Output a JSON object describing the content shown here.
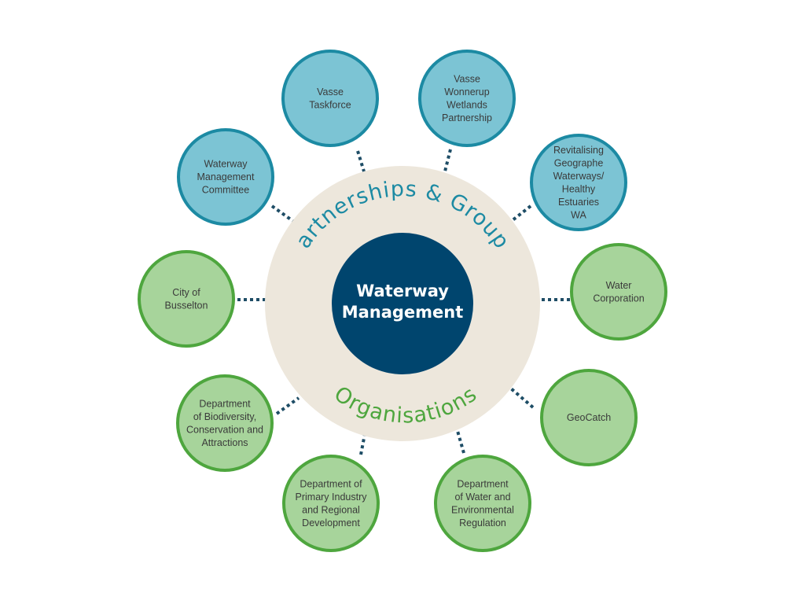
{
  "center": {
    "label_line1": "Waterway",
    "label_line2": "Management"
  },
  "ring_labels": {
    "top": "Partnerships & Groups",
    "bottom": "Organisations"
  },
  "colors": {
    "partnership_fill": "#7cc4d4",
    "partnership_stroke": "#1c8aa3",
    "organisation_fill": "#a7d49b",
    "organisation_stroke": "#4ea63e",
    "center_fill": "#00456e",
    "ring_fill": "#ede7dc",
    "connector": "#1e4d66",
    "top_label": "#1c8aa3",
    "bottom_label": "#4ea63e"
  },
  "partnerships": [
    {
      "id": "waterway-management-committee",
      "lines": [
        "Waterway",
        "Management",
        "Committee"
      ]
    },
    {
      "id": "vasse-taskforce",
      "lines": [
        "Vasse",
        "Taskforce"
      ]
    },
    {
      "id": "vasse-wonnerup-wetlands-partnership",
      "lines": [
        "Vasse",
        "Wonnerup",
        "Wetlands",
        "Partnership"
      ]
    },
    {
      "id": "revitalising-geographe-waterways",
      "lines": [
        "Revitalising",
        "Geographe",
        "Waterways/",
        "Healthy",
        "Estuaries",
        "WA"
      ]
    }
  ],
  "organisations": [
    {
      "id": "city-of-busselton",
      "lines": [
        "City of",
        "Busselton"
      ]
    },
    {
      "id": "water-corporation",
      "lines": [
        "Water",
        "Corporation"
      ]
    },
    {
      "id": "department-biodiversity",
      "lines": [
        "Department",
        "of Biodiversity,",
        "Conservation and",
        "Attractions"
      ]
    },
    {
      "id": "geocatch",
      "lines": [
        "GeoCatch"
      ]
    },
    {
      "id": "department-primary-industry",
      "lines": [
        "Department of",
        "Primary Industry",
        "and Regional",
        "Development"
      ]
    },
    {
      "id": "department-water-environmental",
      "lines": [
        "Department",
        "of Water and",
        "Environmental",
        "Regulation"
      ]
    }
  ]
}
